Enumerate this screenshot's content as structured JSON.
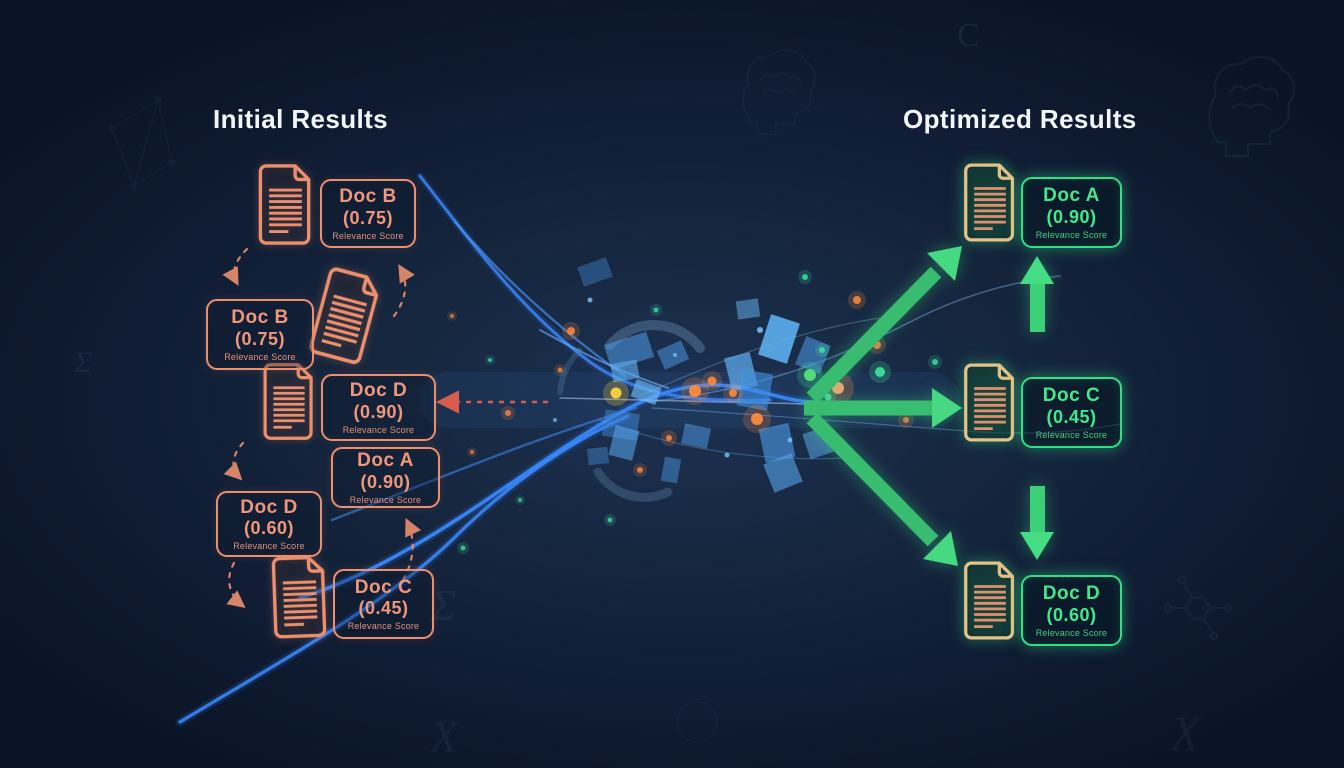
{
  "diagram": {
    "left_title": "Initial Results",
    "right_title": "Optimized Results",
    "initial_results": [
      {
        "name": "Doc B",
        "score": "(0.75)",
        "label": "Relevance Score"
      },
      {
        "name": "Doc B",
        "score": "(0.75)",
        "label": "Relevance Score"
      },
      {
        "name": "Doc D",
        "score": "(0.90)",
        "label": "Relevance Score"
      },
      {
        "name": "Doc A",
        "score": "(0.90)",
        "label": "Relevance Score"
      },
      {
        "name": "Doc D",
        "score": "(0.60)",
        "label": "Relevance Score"
      },
      {
        "name": "Doc C",
        "score": "(0.45)",
        "label": "Relevance Score"
      }
    ],
    "optimized_results": [
      {
        "name": "Doc A",
        "score": "(0.90)",
        "label": "Relevance Score"
      },
      {
        "name": "Doc C",
        "score": "(0.45)",
        "label": "Relevance Score"
      },
      {
        "name": "Doc D",
        "score": "(0.60)",
        "label": "Relevance Score"
      }
    ],
    "glyphs": {
      "sigma": "Σ",
      "x": "X",
      "c": "C"
    },
    "colors": {
      "background": "#101d34",
      "initial_accent": "#ec8f6d",
      "optimized_accent": "#32e084",
      "doc_icon_tan": "#e4c186",
      "arrow_green": "#3bcf78",
      "stream_blue": "#2f7dff",
      "feedback_red": "#e2604c",
      "title_white": "#f3f6fa"
    }
  }
}
